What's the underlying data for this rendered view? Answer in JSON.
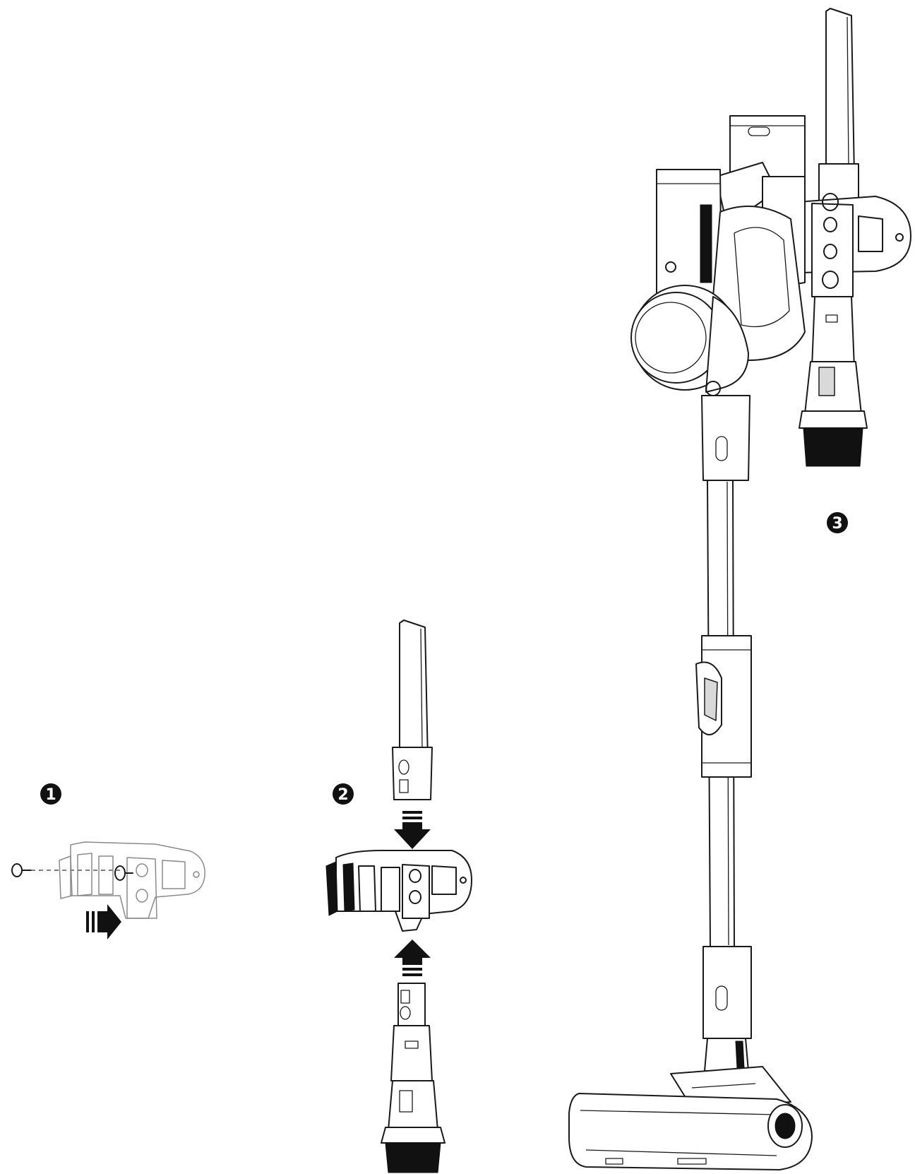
{
  "steps": [
    {
      "number": "1"
    },
    {
      "number": "2"
    },
    {
      "number": "3"
    }
  ],
  "colors": {
    "line": "#1a1a1a",
    "badge": "#111111",
    "background": "#ffffff"
  }
}
